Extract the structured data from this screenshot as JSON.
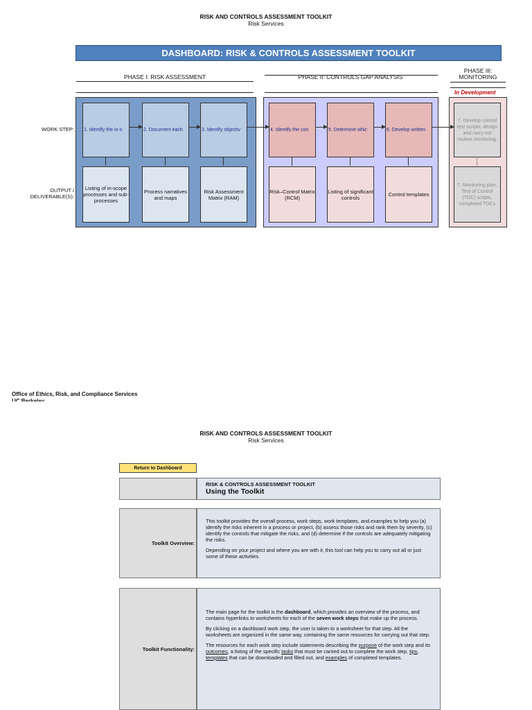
{
  "page1": {
    "header_title": "RISK AND CONTROLS ASSESSMENT TOOLKIT",
    "header_subtitle": "Risk Services",
    "dashboard_banner": "DASHBOARD:  RISK & CONTROLS ASSESSMENT TOOLKIT",
    "phase1_label": "PHASE I:  RISK ASSESSMENT",
    "phase2_label": "PHASE II:  CONTROLS GAP ANALYSIS",
    "phase3_label_line1": "PHASE III:",
    "phase3_label_line2": "MONITORING",
    "in_development": "In Development",
    "row_work_step": "WORK STEP:",
    "row_output_line1": "OUTPUT /",
    "row_output_line2": "DELIVERABLE(S):",
    "work_steps": [
      "1. Identify the in-s",
      "2. Document each",
      "3. Identify objectiv",
      "4. Identify the con",
      "5. Determine whic",
      "6. Develop written",
      "7. Develop control test scripts; design and carry out routine monitoring."
    ],
    "outputs": [
      "Listing of in-scope processes and sub-processes",
      "Process narratives and maps",
      "Risk Assessment Matrix (RAM)",
      "Risk–Control Matrix (RCM)",
      "Listing of significant controls",
      "Control templates",
      "7. Monitoring plan, Test of Control (TOC) scripts, completed TOCs"
    ],
    "footer_org": "Office of Ethics, Risk, and Compliance Services",
    "footer_org2": "UC Berkeley",
    "colors": {
      "banner": "#4f81bd",
      "phase1_bg": "#7a9cc9",
      "phase1_box": "#b8cce4",
      "phase1_out": "#dce6f1",
      "phase2_bg": "#ccccff",
      "phase2_box": "#e6b8b7",
      "phase2_out": "#f2dcdb",
      "phase3_bg": "#f2dcdb",
      "phase3_box": "#d9d9d9",
      "in_development": "#c00000"
    }
  },
  "page2": {
    "header_title": "RISK AND CONTROLS ASSESSMENT TOOLKIT",
    "header_subtitle": "Risk Services",
    "return_button": "Return to Dashboard",
    "toolkit_title_small": "RISK & CONTROLS ASSESSMENT TOOLKIT",
    "toolkit_title_large": "Using the Toolkit",
    "overview_label": "Toolkit Overview:",
    "overview_p1": "This toolkit provides the overall process, work steps, work templates, and examples to help you (a) identify the risks inherent in a process or project, (b) assess those risks and rank them by severity, (c) identify the controls that mitigate the risks, and (d) determine if the controls are adequately mitigating the risks.",
    "overview_p2": "Depending on your project and where you are with it, this tool can help you to carry out all or just some of these activities.",
    "functionality_label": "Toolkit Functionality:",
    "func_p1_a": "The main page for the toolkit is the ",
    "func_p1_b": "dashboard",
    "func_p1_c": ", which provides an overview of the process, and contains hyperlinks to worksheets for each of the ",
    "func_p1_d": "seven work steps",
    "func_p1_e": " that make up the process.",
    "func_p2": "By clicking on a dashboard work step, the user is taken to a worksheet for that step.  All the worksheets are organized in the same way, containing the same resources for carrying out that step.",
    "func_p3_a": "The resources for each work step include statements describing the ",
    "func_p3_purpose": "purpose",
    "func_p3_b": " of the work step and its ",
    "func_p3_outcomes": "outcomes",
    "func_p3_c": ", a listing of the specific ",
    "func_p3_tasks": "tasks",
    "func_p3_d": " that must be carried out to complete the work step, ",
    "func_p3_tips": "tips",
    "func_p3_e": ", ",
    "func_p3_templates": "templates",
    "func_p3_f": " that can be downloaded and filled out, and ",
    "func_p3_examples": "examples",
    "func_p3_g": " of completed templates."
  }
}
